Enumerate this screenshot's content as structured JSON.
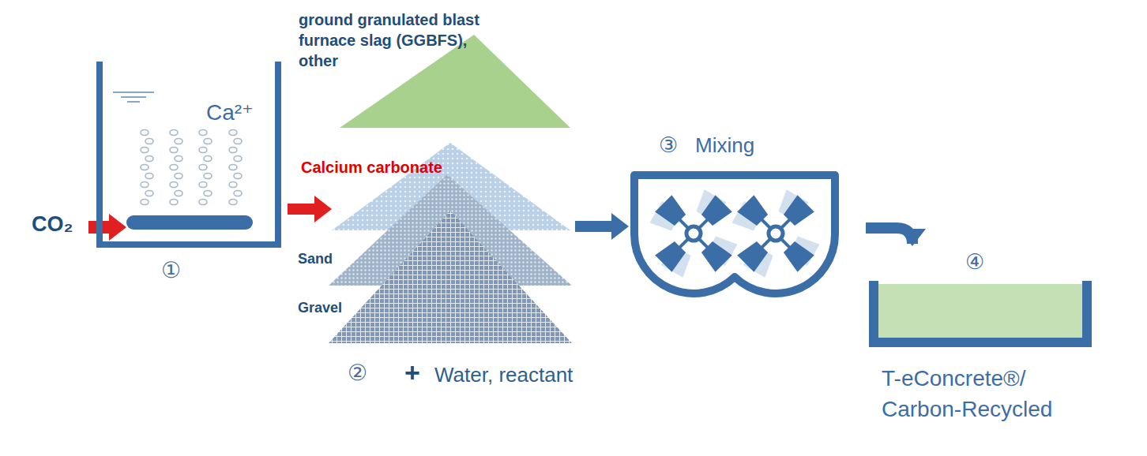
{
  "diagram": {
    "nodes": [
      {
        "text": [
          "Ca²⁺"
        ]
      },
      {
        "text": [
          "ground granulated blast furnace slag (GGBFS), other"
        ]
      },
      {
        "text": [
          "Calcium carbonate"
        ]
      },
      {
        "text": [
          "Sand"
        ]
      },
      {
        "text": [
          "Gravel"
        ]
      },
      {
        "text": [
          "③",
          "Mixing"
        ]
      },
      {
        "text": [
          "④",
          "T-eConcrete®/ Carbon-Recycled"
        ]
      }
    ],
    "edges": [
      {
        "from": 0,
        "to": 2,
        "arrow": "to"
      },
      {
        "from": 2,
        "to": 5,
        "arrow": "to"
      },
      {
        "from": 5,
        "to": 6,
        "arrow": "to"
      }
    ],
    "labels": [
      "CO₂",
      "①",
      "②",
      "+",
      "Water, reactant"
    ]
  }
}
